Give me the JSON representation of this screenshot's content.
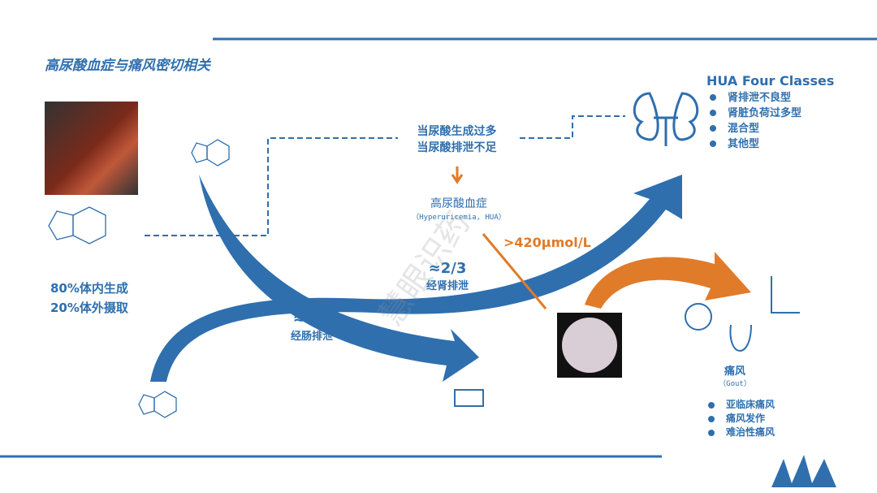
{
  "title": "高尿酸血症与痛风密切相关",
  "source": {
    "line1": "80%体内生成",
    "line2": "20%体外摄取"
  },
  "cause": {
    "line1": "当尿酸生成过多",
    "line2": "当尿酸排泄不足"
  },
  "hua": {
    "name": "高尿酸血症",
    "en": "（Hyperuricemia, HUA）",
    "threshold": ">420μmol/L"
  },
  "kidney": {
    "ratio": "≈2/3",
    "label": "经肾排泄"
  },
  "gut": {
    "ratio": "≈1/3",
    "label": "经肠排泄"
  },
  "classes": {
    "title": "HUA Four Classes",
    "items": [
      "肾排泄不良型",
      "肾脏负荷过多型",
      "混合型",
      "其他型"
    ]
  },
  "gout": {
    "name": "痛风",
    "en": "（Gout）",
    "items": [
      "亚临床痛风",
      "痛风发作",
      "难治性痛风"
    ]
  },
  "watermark": "慧眼识药",
  "colors": {
    "blue": "#2f6fae",
    "orange": "#e07b2a"
  }
}
